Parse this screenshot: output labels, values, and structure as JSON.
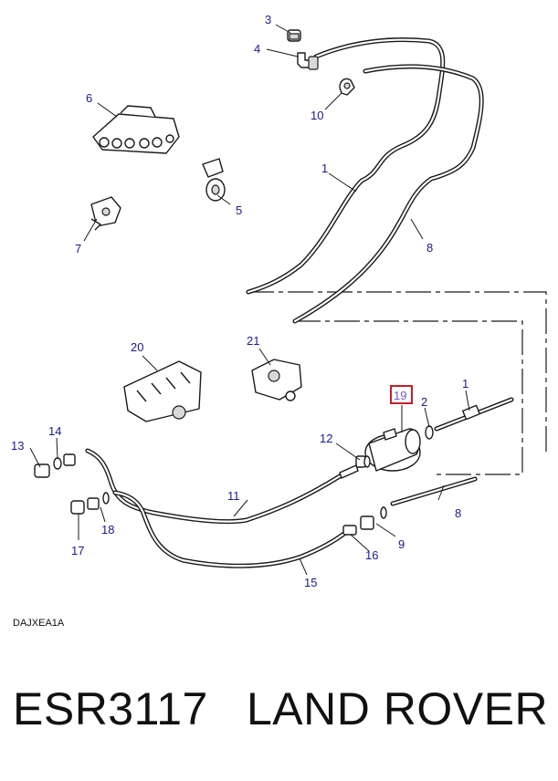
{
  "diagram": {
    "callouts": {
      "c1a": "1",
      "c1b": "1",
      "c2": "2",
      "c3": "3",
      "c4": "4",
      "c5": "5",
      "c6": "6",
      "c7": "7",
      "c8a": "8",
      "c8b": "8",
      "c9": "9",
      "c10": "10",
      "c11": "11",
      "c12": "12",
      "c13": "13",
      "c14": "14",
      "c15": "15",
      "c16": "16",
      "c17": "17",
      "c18": "18",
      "c19": "19",
      "c20": "20",
      "c21": "21"
    },
    "highlighted_callout": "19",
    "highlight_color": "#c41e2a",
    "callout_color": "#1a1a8c",
    "drawing_code": "DAJXEA1A"
  },
  "footer": {
    "part_number": "ESR3117",
    "brand": "LAND ROVER"
  }
}
